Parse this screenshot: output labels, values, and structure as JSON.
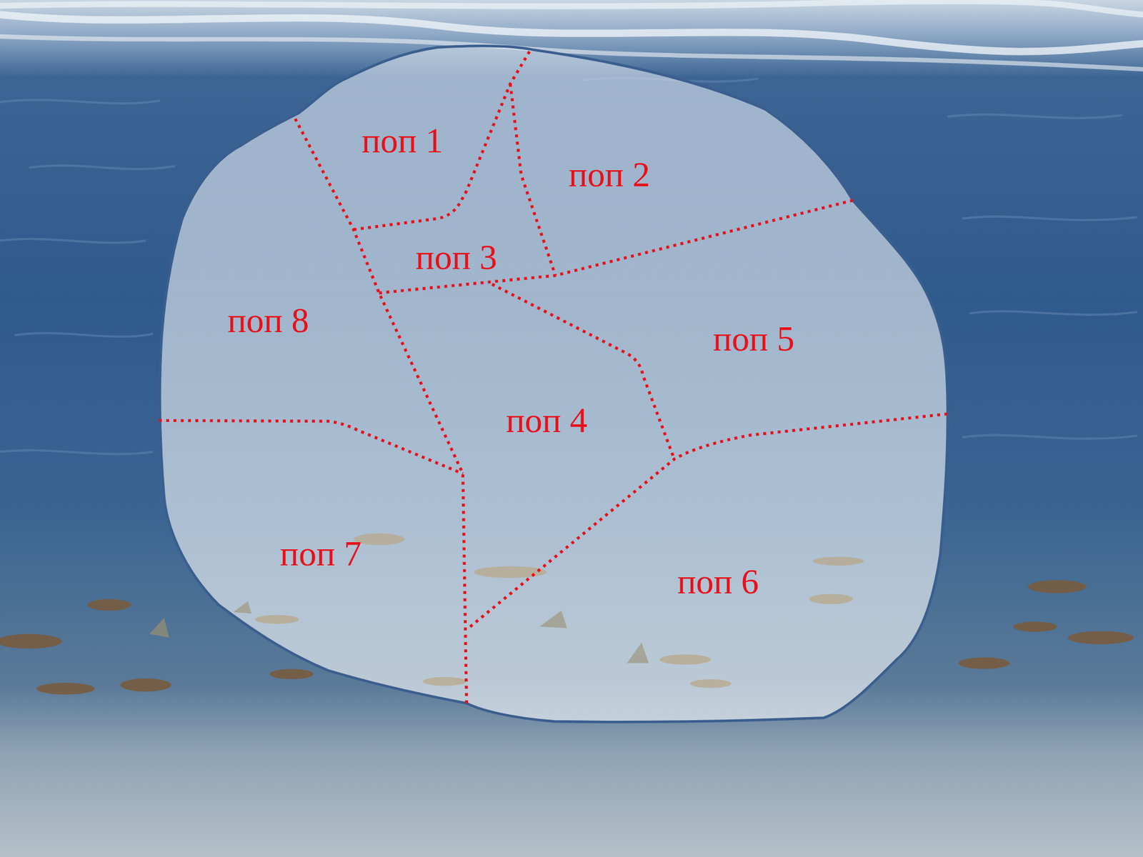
{
  "diagram": {
    "nodes": [
      {
        "text": [
          "поп 1"
        ]
      },
      {
        "text": [
          "поп 2"
        ]
      },
      {
        "text": [
          "поп 3"
        ]
      },
      {
        "text": [
          "поп 4"
        ]
      },
      {
        "text": [
          "поп 5"
        ]
      },
      {
        "text": [
          "поп 6"
        ]
      },
      {
        "text": [
          "поп 7"
        ]
      },
      {
        "text": [
          "поп 8"
        ]
      }
    ]
  }
}
